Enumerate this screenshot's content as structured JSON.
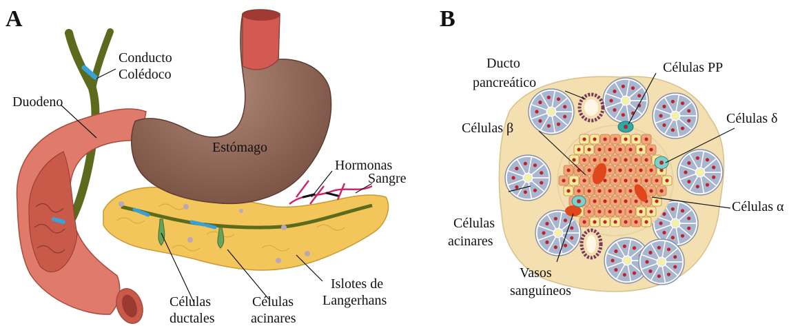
{
  "panel_a": {
    "letter": "A",
    "labels": {
      "bile_duct_1": "Conducto",
      "bile_duct_2": "Colédoco",
      "duodenum": "Duodeno",
      "stomach": "Estómago",
      "hormones": "Hormonas",
      "blood": "Sangre",
      "ductal_1": "Células",
      "ductal_2": "ductales",
      "acinar_1": "Células",
      "acinar_2": "acinares",
      "islets_1": "Islotes de",
      "islets_2": "Langerhans"
    }
  },
  "panel_b": {
    "letter": "B",
    "labels": {
      "duct_1": "Ducto",
      "duct_2": "pancreático",
      "pp_cells": "Células PP",
      "beta_cells": "Células β",
      "delta_cells": "Células δ",
      "alpha_cells": "Células α",
      "acinar_1": "Células",
      "acinar_2": "acinares",
      "vessels_1": "Vasos",
      "vessels_2": "sanguíneos"
    }
  },
  "colors": {
    "duodenum": "#e07a6a",
    "stomach": "#9a6f5e",
    "pancreas": "#f2c65a",
    "bile_duct": "#5c6a1e",
    "duct_blue": "#3aa0d8",
    "blood": "#d0256a",
    "islet_tissue": "#e8b04c",
    "acinus": "#a9b6cf",
    "nucleus": "#c0202a",
    "background_tissue": "#f3dfb0"
  }
}
